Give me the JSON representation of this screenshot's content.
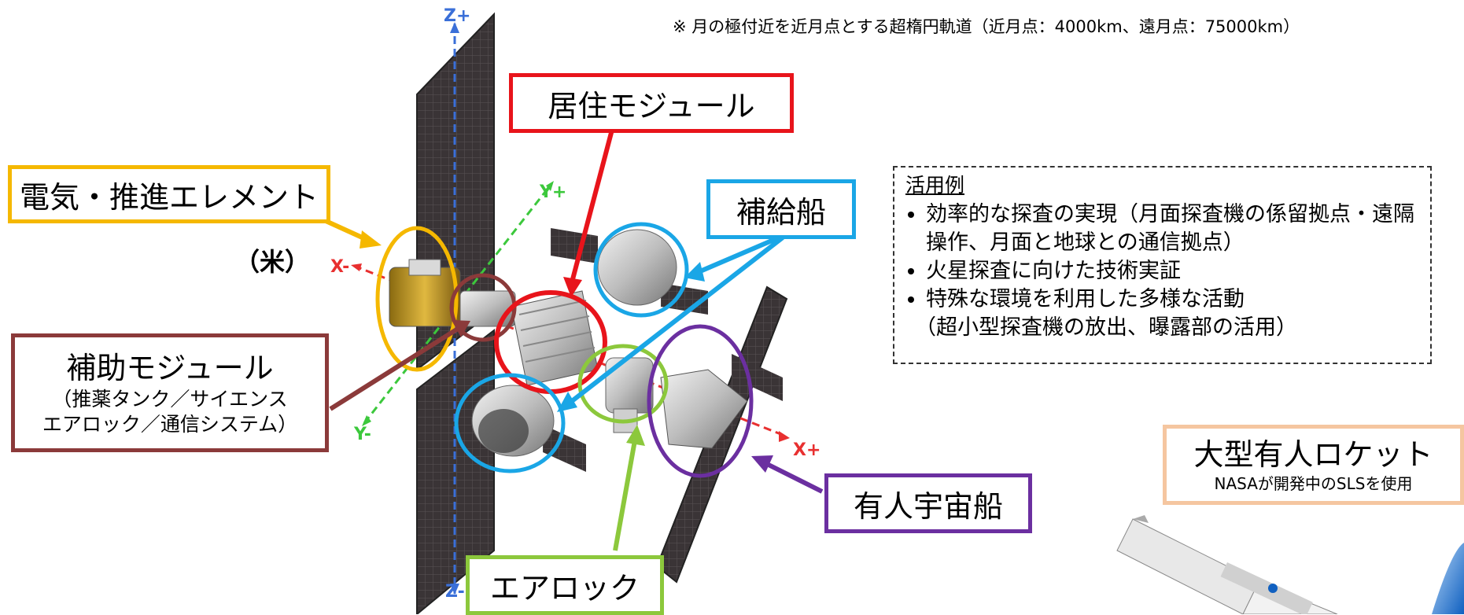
{
  "top_note": "※ 月の極付近を近月点とする超楕円軌道（近月点：4000km、遠月点：75000km）",
  "axes": {
    "z_plus": "Z+",
    "z_minus": "Z-",
    "y_plus": "Y+",
    "y_minus": "Y-",
    "x_plus": "X+",
    "x_minus": "X-"
  },
  "labels": {
    "habitation": "居住モジュール",
    "ppe": "電気・推進エレメント",
    "us_mark": "（米）",
    "supply": "補給船",
    "aux_title": "補助モジュール",
    "aux_sub1": "（推薬タンク／サイエンス",
    "aux_sub2": "エアロック／通信システム）",
    "crew": "有人宇宙船",
    "airlock": "エアロック",
    "rocket_title": "大型有人ロケット",
    "rocket_sub": "NASAが開発中のSLSを使用"
  },
  "usecase": {
    "heading": "活用例",
    "items": [
      "効率的な探査の実現（月面探査機の係留拠点・遠隔操作、月面と地球との通信拠点）",
      "火星探査に向けた技術実証",
      "特殊な環境を利用した多様な活動"
    ],
    "item3_detail": "（超小型探査機の放出、曝露部の活用）"
  },
  "colors": {
    "red": "#e8141b",
    "yellow": "#f5b800",
    "blue": "#1aa6e6",
    "brown": "#8b3a3a",
    "purple": "#6b2fa0",
    "green": "#8cc83c",
    "peach": "#f5c6a0",
    "axis_blue": "#3a6fd8",
    "axis_green": "#3cc83c",
    "axis_red": "#e83030"
  }
}
